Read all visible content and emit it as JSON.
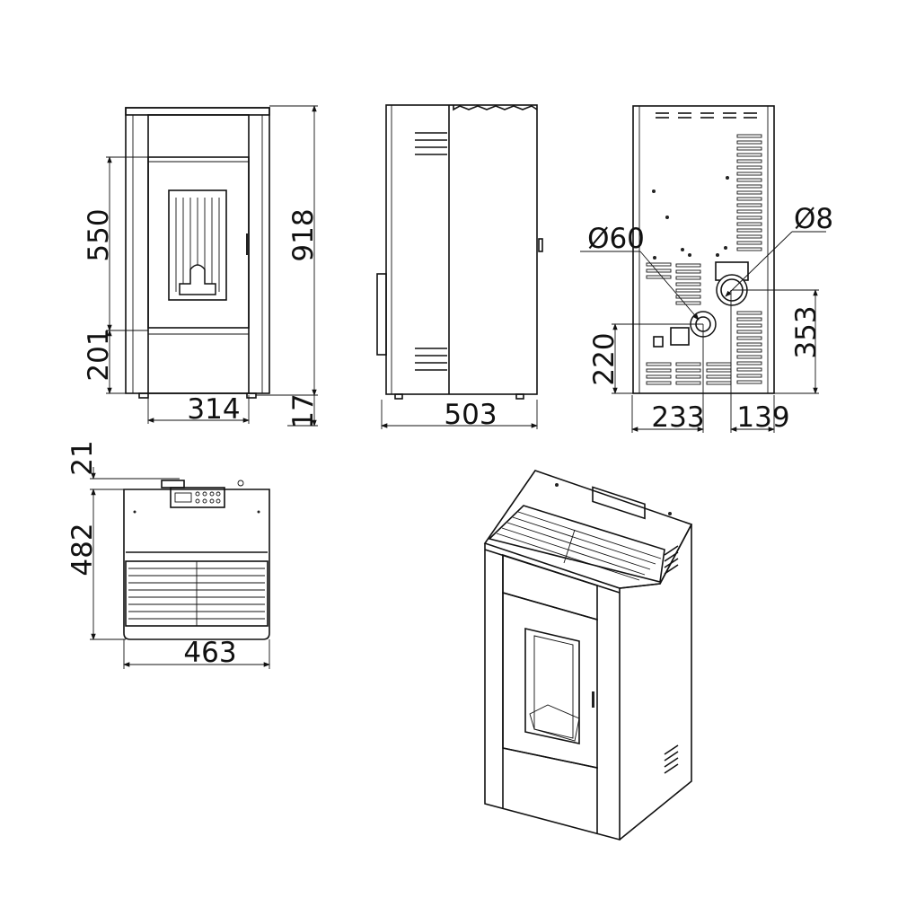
{
  "views": {
    "front": {
      "dim_height_door": "550",
      "dim_height_lower": "201",
      "dim_total_height": "918",
      "dim_width_inner": "314",
      "dim_feet": "17"
    },
    "side": {
      "dim_depth": "503"
    },
    "rear": {
      "dim_air_inlet_diameter": "Ø60",
      "dim_flue_diameter": "Ø8",
      "dim_air_inlet_height": "220",
      "dim_flue_height": "353",
      "dim_air_inlet_offset": "233",
      "dim_flue_offset": "139"
    },
    "top": {
      "dim_panel_offset": "21",
      "dim_depth": "482",
      "dim_width": "463"
    }
  }
}
